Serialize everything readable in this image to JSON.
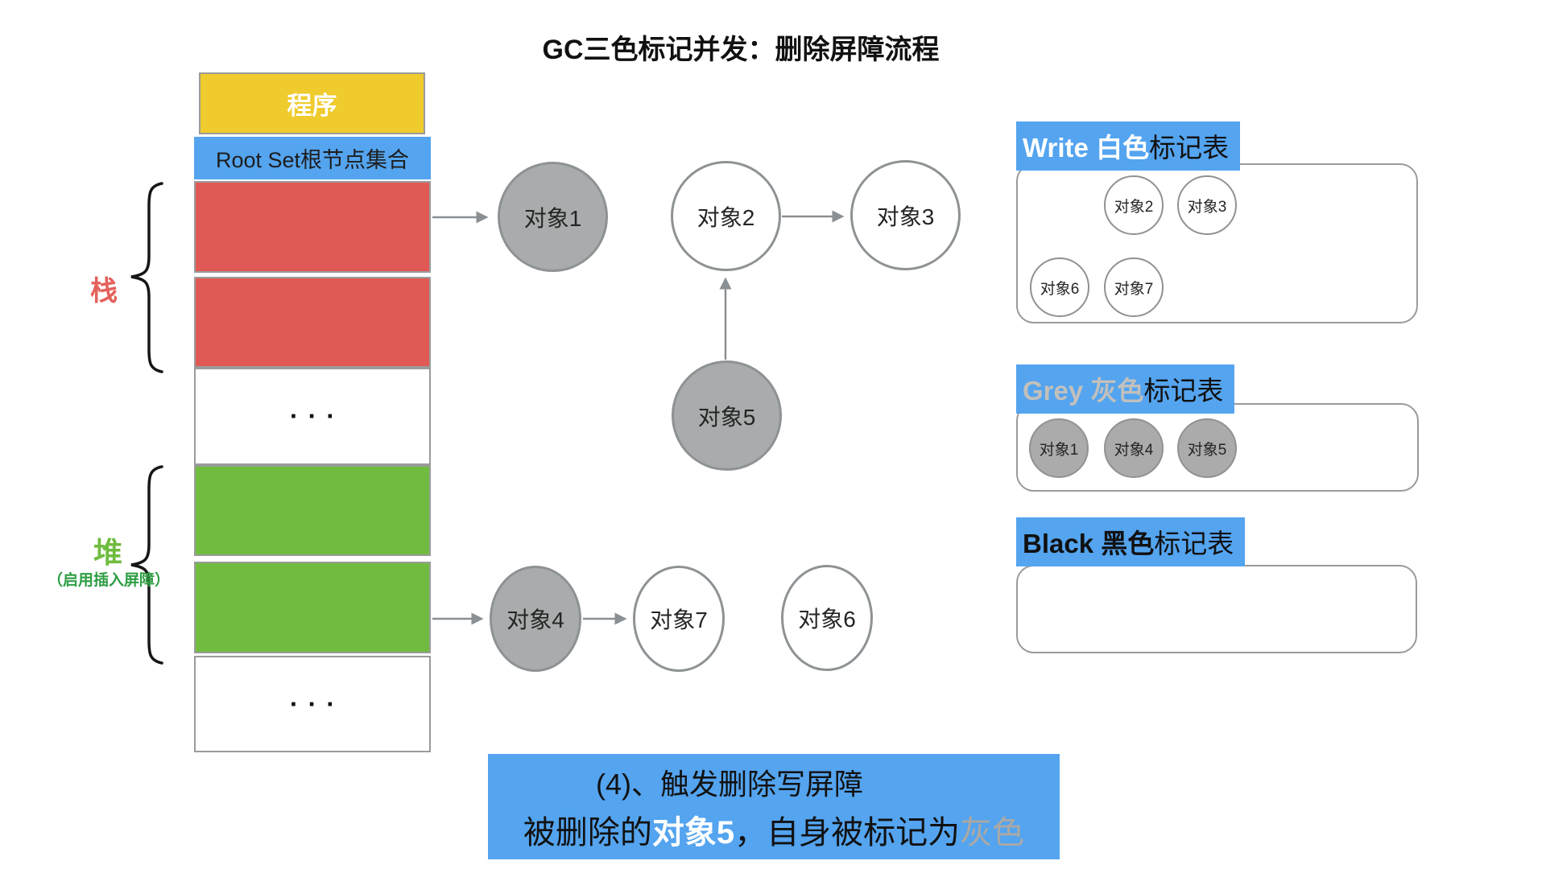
{
  "title": "GC三色标记并发：删除屏障流程",
  "memory": {
    "program_label": "程序",
    "root_set_label": "Root Set根节点集合",
    "stack_label": "栈",
    "heap_label": "堆",
    "heap_sublabel": "（启用插入屏障）",
    "dots": "···"
  },
  "graph": {
    "nodes": [
      {
        "id": "obj1",
        "label": "对象1",
        "color": "gray"
      },
      {
        "id": "obj2",
        "label": "对象2",
        "color": "white"
      },
      {
        "id": "obj3",
        "label": "对象3",
        "color": "white"
      },
      {
        "id": "obj5",
        "label": "对象5",
        "color": "gray"
      },
      {
        "id": "obj4",
        "label": "对象4",
        "color": "gray"
      },
      {
        "id": "obj7",
        "label": "对象7",
        "color": "white"
      },
      {
        "id": "obj6",
        "label": "对象6",
        "color": "white"
      }
    ],
    "edges": [
      {
        "from": "stack-slot",
        "to": "obj1"
      },
      {
        "from": "obj2",
        "to": "obj3"
      },
      {
        "from": "obj5",
        "to": "obj2"
      },
      {
        "from": "heap-slot",
        "to": "obj4"
      },
      {
        "from": "obj4",
        "to": "obj7"
      }
    ]
  },
  "tables": [
    {
      "id": "white",
      "title_colored": "Write 白色",
      "title_rest": "标记表",
      "items": [
        "对象2",
        "对象3",
        "对象6",
        "对象7"
      ]
    },
    {
      "id": "grey",
      "title_colored": "Grey 灰色",
      "title_rest": "标记表",
      "items": [
        "对象1",
        "对象4",
        "对象5"
      ]
    },
    {
      "id": "black",
      "title_colored": "Black 黑色",
      "title_rest": "标记表",
      "items": []
    }
  ],
  "caption": {
    "line1": "(4)、触发删除写屏障",
    "line2_prefix": "被删除的",
    "line2_highlight": "对象5",
    "line2_mid": "，自身被标记为",
    "line2_grey": "灰色"
  },
  "colors": {
    "blue": "#54a4ef",
    "yellow": "#efcb2d",
    "red": "#e15955",
    "green": "#6fbc3f",
    "gray_node": "#a9acac",
    "arrow": "#8a8f93"
  }
}
